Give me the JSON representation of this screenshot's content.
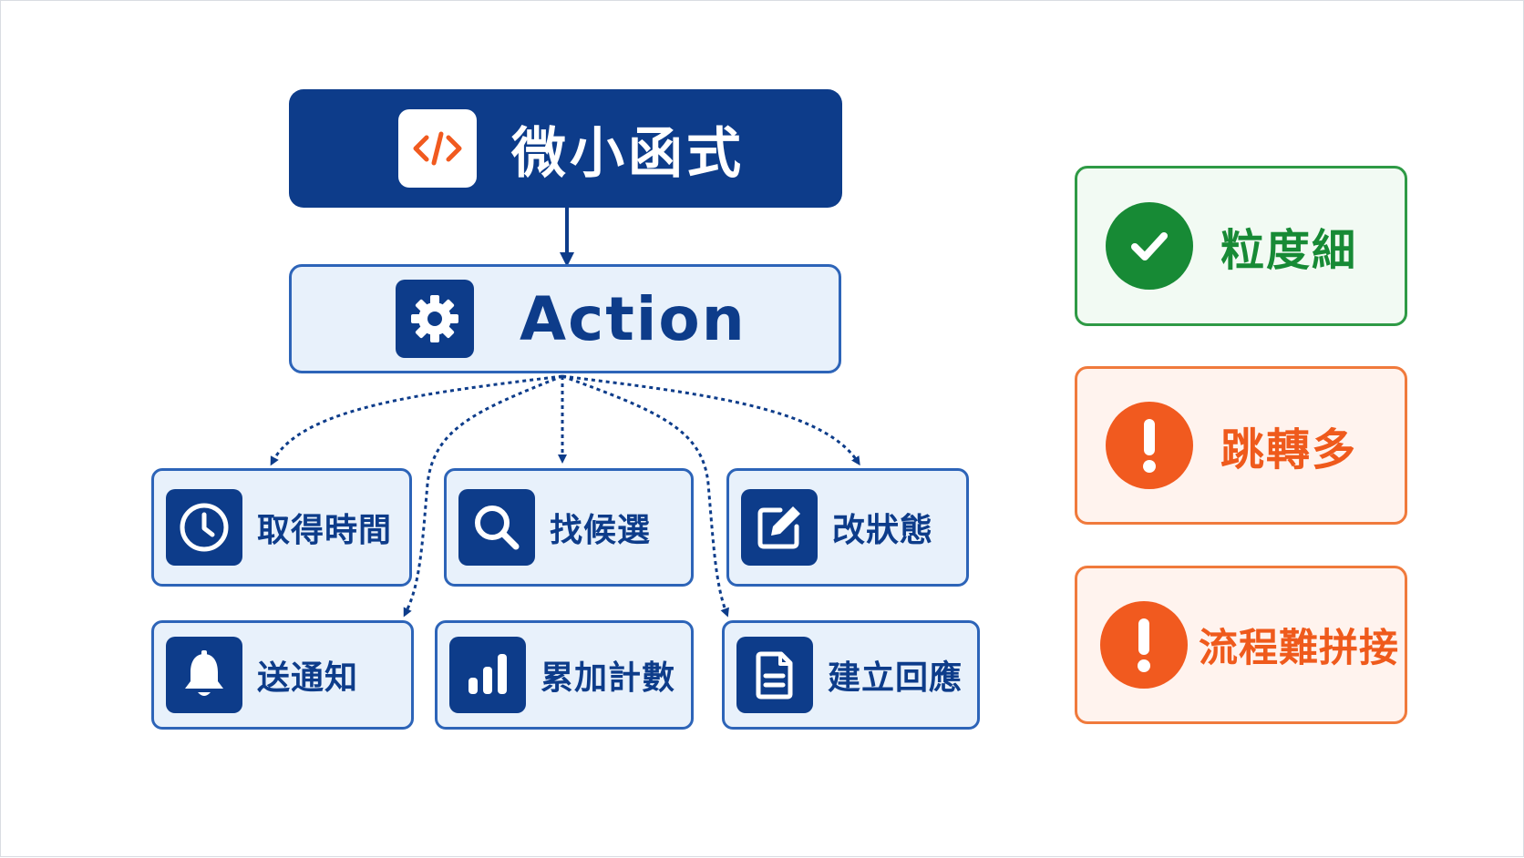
{
  "diagram": {
    "root": {
      "label": "微小函式",
      "icon": "code-icon"
    },
    "action": {
      "label": "Action",
      "icon": "gear-icon"
    },
    "leaves": [
      {
        "label": "取得時間",
        "icon": "clock-icon"
      },
      {
        "label": "找候選",
        "icon": "search-icon"
      },
      {
        "label": "改狀態",
        "icon": "edit-icon"
      },
      {
        "label": "送通知",
        "icon": "bell-icon"
      },
      {
        "label": "累加計數",
        "icon": "bar-chart-icon"
      },
      {
        "label": "建立回應",
        "icon": "document-icon"
      }
    ]
  },
  "status": [
    {
      "label": "粒度細",
      "icon": "check-circle-icon",
      "tone": "positive"
    },
    {
      "label": "跳轉多",
      "icon": "exclamation-icon",
      "tone": "warning"
    },
    {
      "label": "流程難拼接",
      "icon": "exclamation-icon",
      "tone": "warning"
    }
  ],
  "colors": {
    "primary": "#0d3c8a",
    "node_fill": "#e8f1fb",
    "node_border": "#2d64b8",
    "accent_orange": "#f15a1f",
    "positive_green": "#178a35"
  }
}
